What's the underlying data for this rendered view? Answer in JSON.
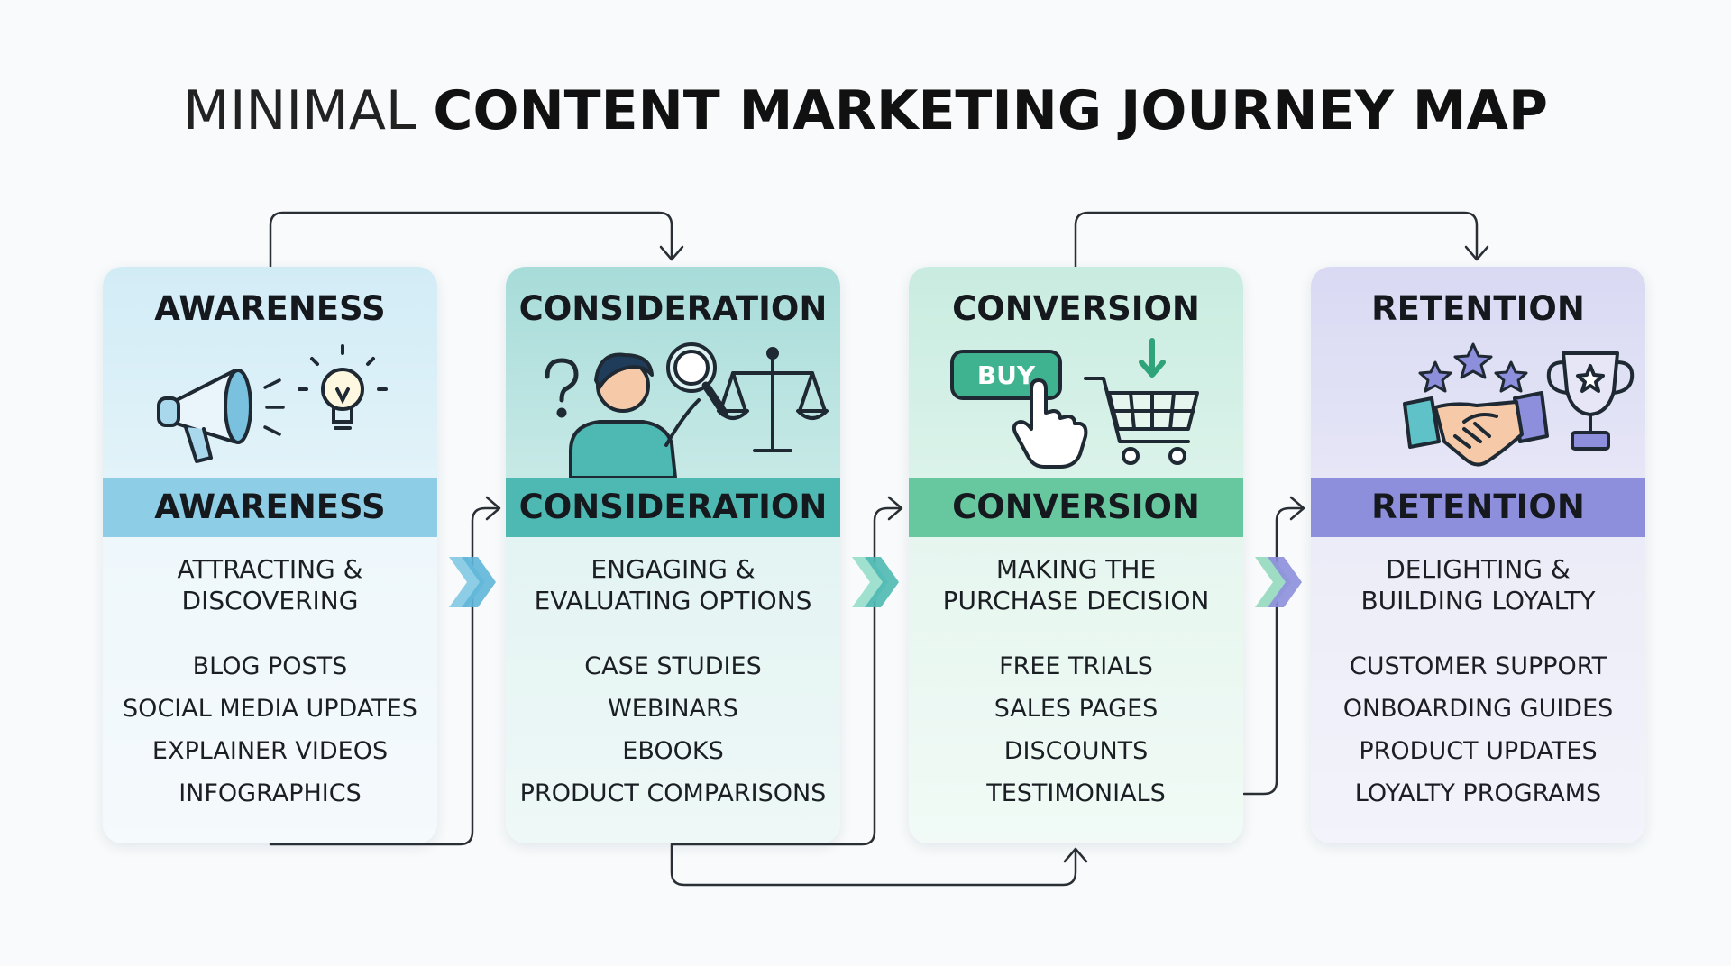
{
  "title": {
    "light": "MINIMAL",
    "bold": "CONTENT MARKETING JOURNEY MAP"
  },
  "colors": {
    "awareness": "#8ecde6",
    "consideration": "#4eb9b2",
    "conversion": "#67c89f",
    "retention": "#8d8fdd",
    "connector": "#2a2f35"
  },
  "stages": [
    {
      "title": "AWARENESS",
      "band": "AWARENESS",
      "subtitle": "ATTRACTING &\nDISCOVERING",
      "items": [
        "BLOG POSTS",
        "SOCIAL MEDIA UPDATES",
        "EXPLAINER VIDEOS",
        "INFOGRAPHICS"
      ],
      "icons": [
        "megaphone-icon",
        "lightbulb-icon"
      ]
    },
    {
      "title": "CONSIDERATION",
      "band": "CONSIDERATION",
      "subtitle": "ENGAGING &\nEVALUATING OPTIONS",
      "items": [
        "CASE STUDIES",
        "WEBINARS",
        "EBOOKS",
        "PRODUCT COMPARISONS"
      ],
      "icons": [
        "question-mark-icon",
        "person-magnifier-icon",
        "balance-scale-icon"
      ]
    },
    {
      "title": "CONVERSION",
      "band": "CONVERSION",
      "subtitle": "MAKING THE\nPURCHASE DECISION",
      "items": [
        "FREE TRIALS",
        "SALES PAGES",
        "DISCOUNTS",
        "TESTIMONIALS"
      ],
      "buy_label": "BUY",
      "icons": [
        "buy-button-icon",
        "pointer-hand-icon",
        "shopping-cart-icon"
      ]
    },
    {
      "title": "RETENTION",
      "band": "RETENTION",
      "subtitle": "DELIGHTING &\nBUILDING LOYALTY",
      "items": [
        "CUSTOMER SUPPORT",
        "ONBOARDING GUIDES",
        "PRODUCT UPDATES",
        "LOYALTY PROGRAMS"
      ],
      "icons": [
        "stars-icon",
        "handshake-icon",
        "trophy-icon"
      ]
    }
  ]
}
